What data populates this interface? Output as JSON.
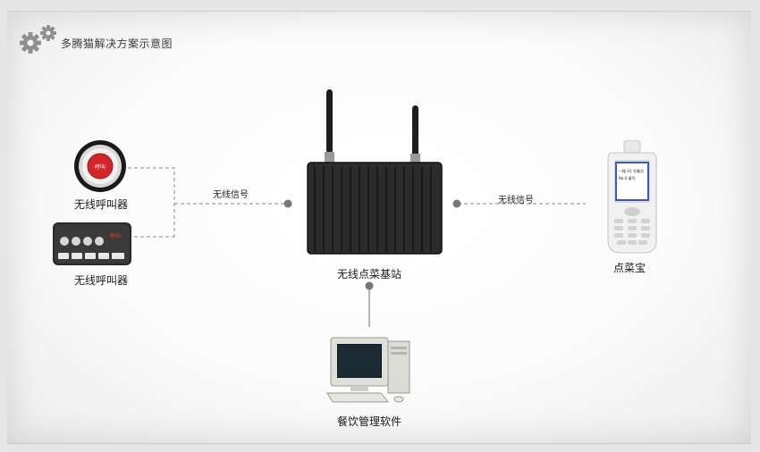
{
  "title": "多腾猫解决方案示意图",
  "nodes": {
    "button_caller": {
      "label": "无线呼叫器",
      "badge": "呼叫"
    },
    "bar_caller": {
      "label": "无线呼叫器",
      "brand": "鼎钻"
    },
    "base_station": {
      "label": "无线点菜基站"
    },
    "handheld": {
      "label": "点菜宝",
      "screen_lines": [
        "一楼 A1 号餐点",
        "No.0 桌号"
      ]
    },
    "software": {
      "label": "餐饮管理软件"
    }
  },
  "links": {
    "left_signal": "无线信号",
    "right_signal": "无线信号"
  },
  "icons": [
    "gear-icon"
  ],
  "colors": {
    "line": "#888888",
    "node_dot": "#777777",
    "title_gray": "#3a3a3a"
  }
}
